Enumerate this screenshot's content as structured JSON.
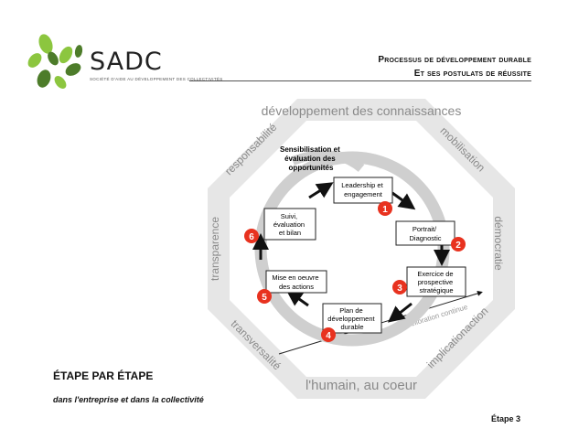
{
  "logo": {
    "word": "SADC",
    "tagline": "SOCIÉTÉ D'AIDE AU DÉVELOPPEMENT DES COLLECTIVITÉS",
    "colors": {
      "light_green": "#8cc63f",
      "dark_green": "#4d7c2a"
    }
  },
  "header": {
    "line1": "Processus de développement durable",
    "line2": "Et ses postulats de réussite"
  },
  "diagram": {
    "octagon_labels": {
      "top": "développement des connaissances",
      "top_right": "mobilisation",
      "right": "démocratie",
      "bottom_right": "implicationaction",
      "bottom": "l'humain, au coeur",
      "bottom_left": "transversalité",
      "left": "transparence",
      "top_left": "responsabilité"
    },
    "intro": "Sensibilisation et évaluation des opportunités",
    "improvement": "Amélioration continue",
    "steps": [
      {
        "num": "1",
        "label_lines": [
          "Leadership et",
          "engagement"
        ]
      },
      {
        "num": "2",
        "label_lines": [
          "Portrait/",
          "Diagnostic"
        ]
      },
      {
        "num": "3",
        "label_lines": [
          "Exercice de",
          "prospective",
          "stratégique"
        ]
      },
      {
        "num": "4",
        "label_lines": [
          "Plan de",
          "développement",
          "durable"
        ]
      },
      {
        "num": "5",
        "label_lines": [
          "Mise en oeuvre",
          "des actions"
        ]
      },
      {
        "num": "6",
        "label_lines": [
          "Suivi,",
          "évaluation",
          "et bilan"
        ]
      }
    ],
    "colors": {
      "badge": "#e8321f",
      "octagon": "#e6e6e6",
      "ring": "#cfcfcf",
      "label_gray": "#8a8a8a"
    }
  },
  "body": {
    "title": "ÉTAPE PAR ÉTAPE",
    "subtitle": "dans l'entreprise et dans la collectivité"
  },
  "footer": {
    "page_label": "Étape 3"
  }
}
